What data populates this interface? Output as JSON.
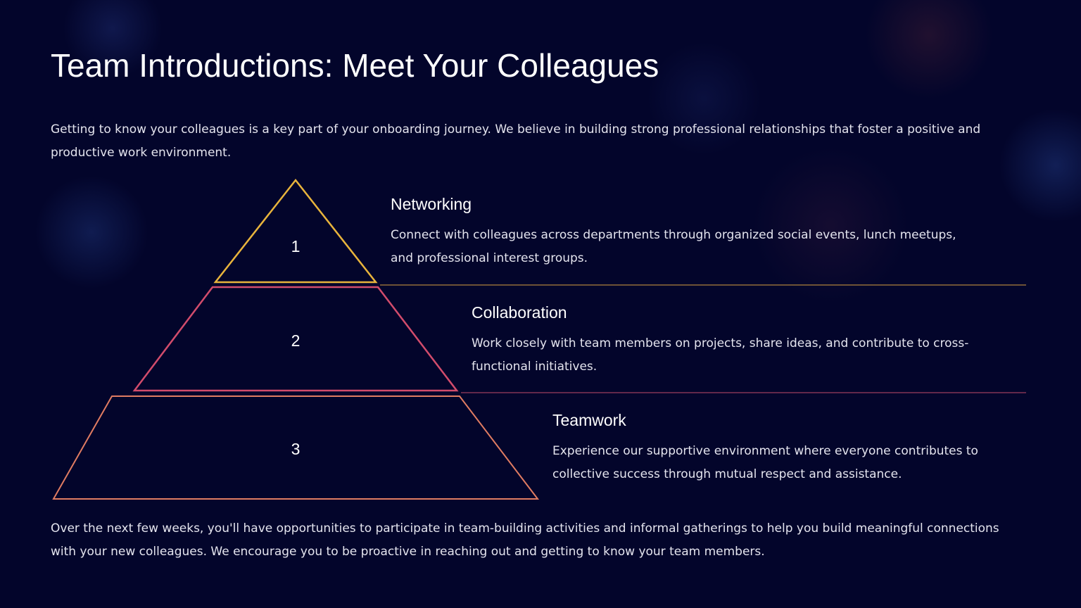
{
  "title": "Team Introductions: Meet Your Colleagues",
  "intro": "Getting to know your colleagues is a key part of your onboarding journey. We believe in building strong professional relationships that foster a positive and productive work environment.",
  "levels": [
    {
      "number": "1",
      "heading": "Networking",
      "description": "Connect with colleagues across departments through organized social events, lunch meetups, and professional interest groups.",
      "color": "#e8b43c"
    },
    {
      "number": "2",
      "heading": "Collaboration",
      "description": "Work closely with team members on projects, share ideas, and contribute to cross-functional initiatives.",
      "color": "#d24c6c"
    },
    {
      "number": "3",
      "heading": "Teamwork",
      "description": "Experience our supportive environment where everyone contributes to collective success through mutual respect and assistance.",
      "color": "#e07c62"
    }
  ],
  "outro": "Over the next few weeks, you'll have opportunities to participate in team-building activities and informal gatherings to help you build meaningful connections with your new colleagues. We encourage you to be proactive in reaching out and getting to know your team members."
}
